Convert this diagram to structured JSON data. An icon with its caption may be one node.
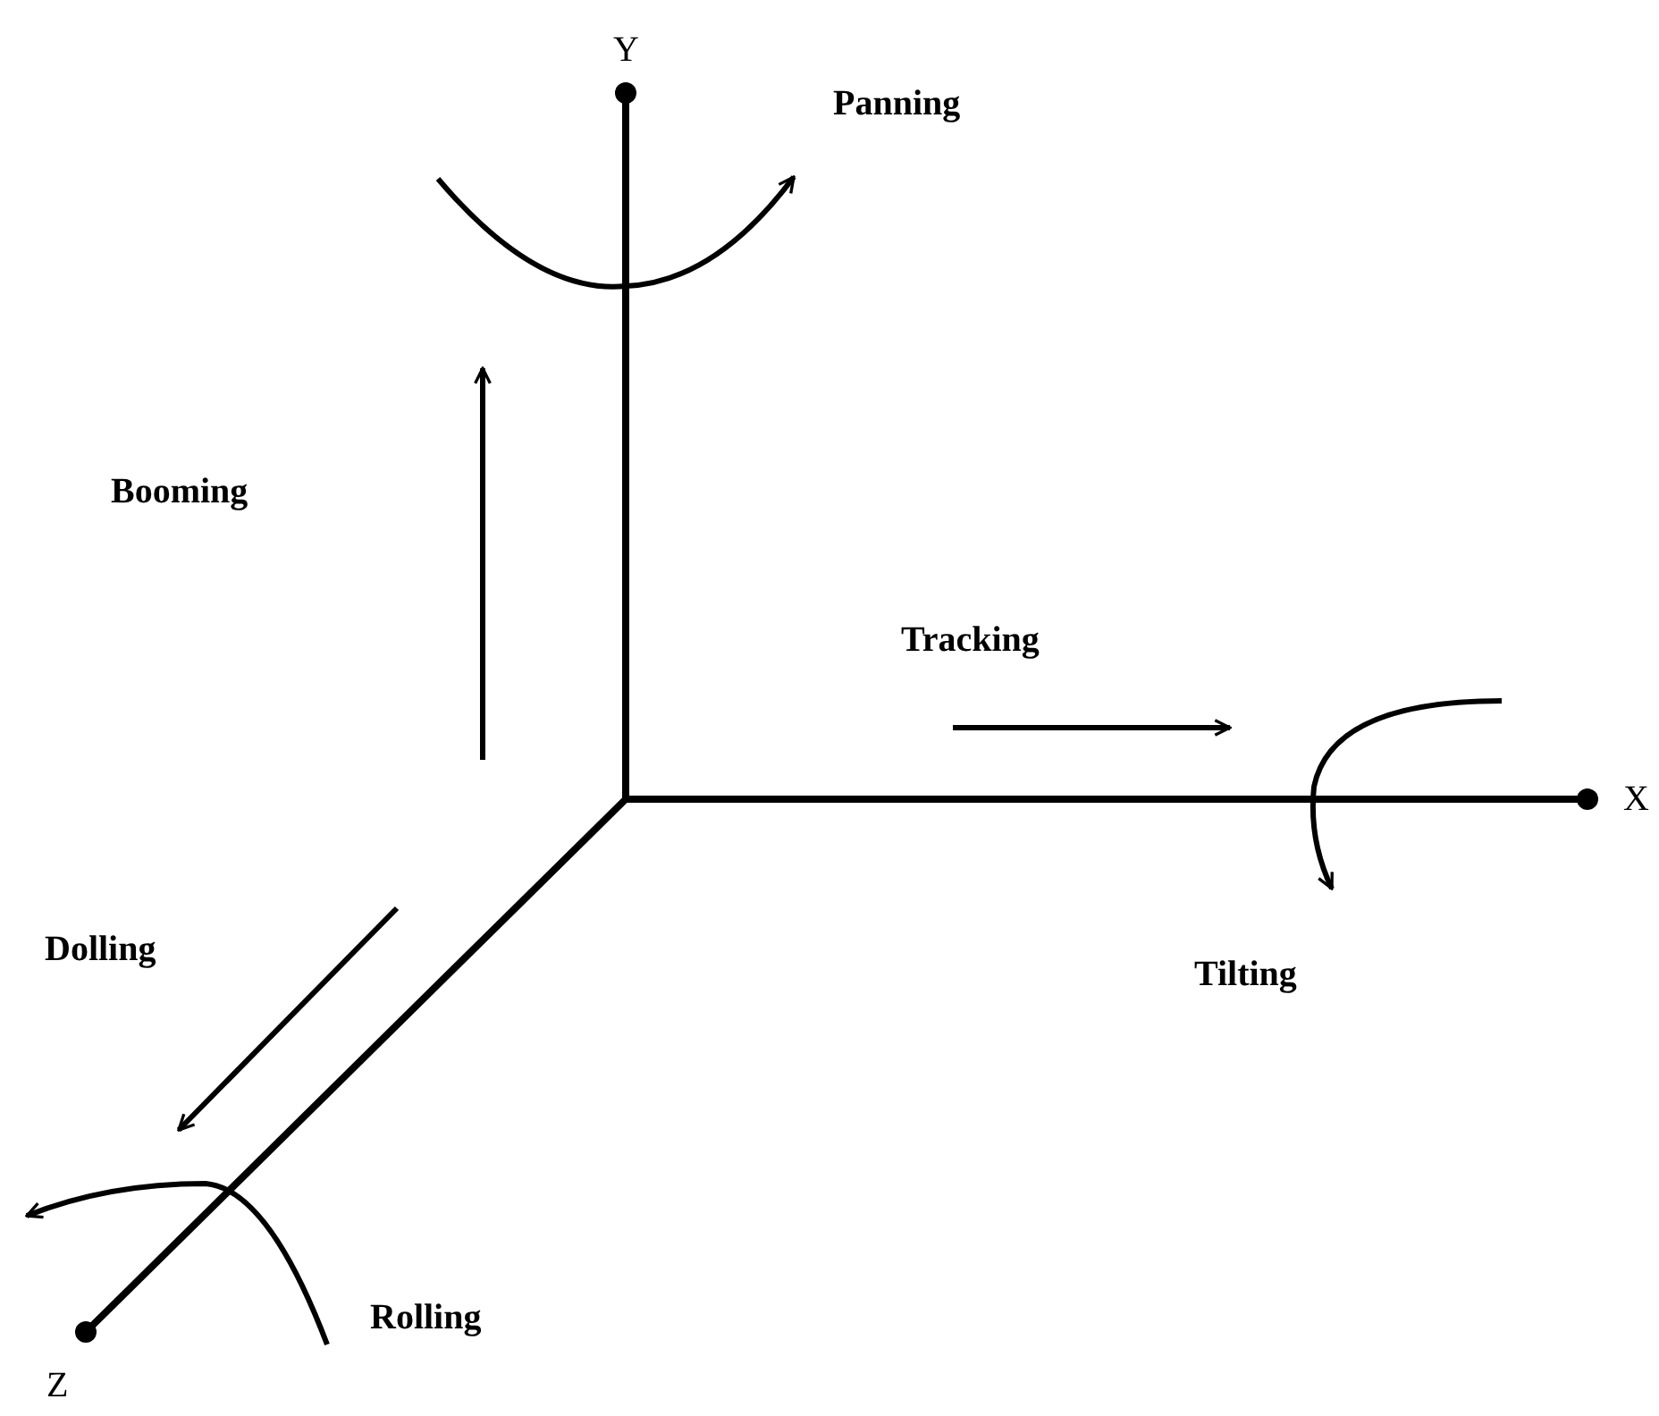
{
  "diagram": {
    "labels": [
      "Y",
      "Panning",
      "Booming",
      "Tracking",
      "X",
      "Dolling",
      "Tilting",
      "Rolling",
      "Z"
    ]
  }
}
